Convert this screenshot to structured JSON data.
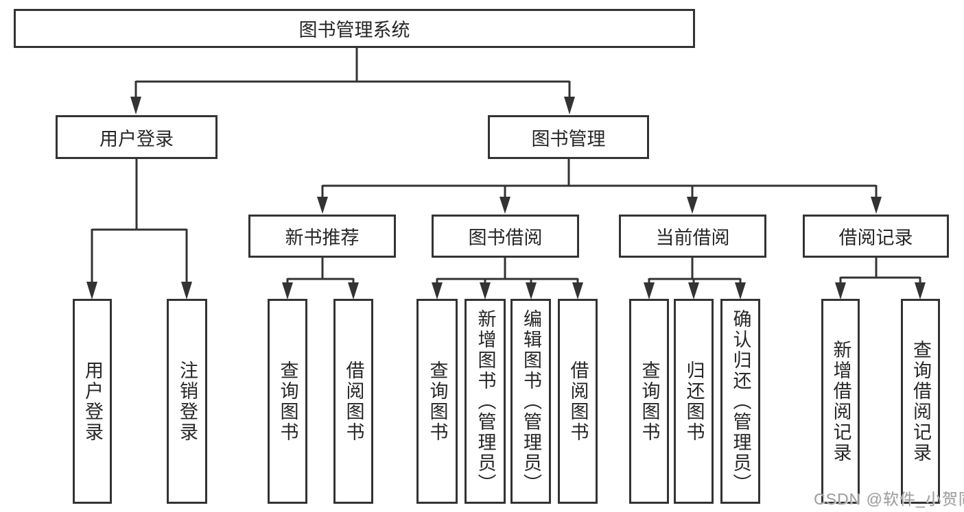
{
  "diagram": {
    "title": "图书管理系统",
    "level1": {
      "user_login": "用户登录",
      "book_management": "图书管理"
    },
    "level2": {
      "new_book_recommend": "新书推荐",
      "book_borrow": "图书借阅",
      "current_borrow": "当前借阅",
      "borrow_record": "借阅记录"
    },
    "leaves": {
      "user_login": "用户登录",
      "logout": "注销登录",
      "nbr_query_books": "查询图书",
      "nbr_borrow_books": "借阅图书",
      "bb_query_books": "查询图书",
      "bb_add_books_admin": "新增图书（管理员）",
      "bb_edit_books_admin": "编辑图书（管理员）",
      "bb_borrow_books": "借阅图书",
      "cb_query_books": "查询图书",
      "cb_return_books": "归还图书",
      "cb_confirm_return_admin": "确认归还（管理员）",
      "br_add_record": "新增借阅记录",
      "br_query_record": "查询借阅记录"
    },
    "watermark": "CSDN @软件_小贺同学",
    "colors": {
      "border": "#333333",
      "line": "#333333",
      "text": "#262626",
      "watermark": "#9e9e9e",
      "background": "#ffffff"
    }
  }
}
